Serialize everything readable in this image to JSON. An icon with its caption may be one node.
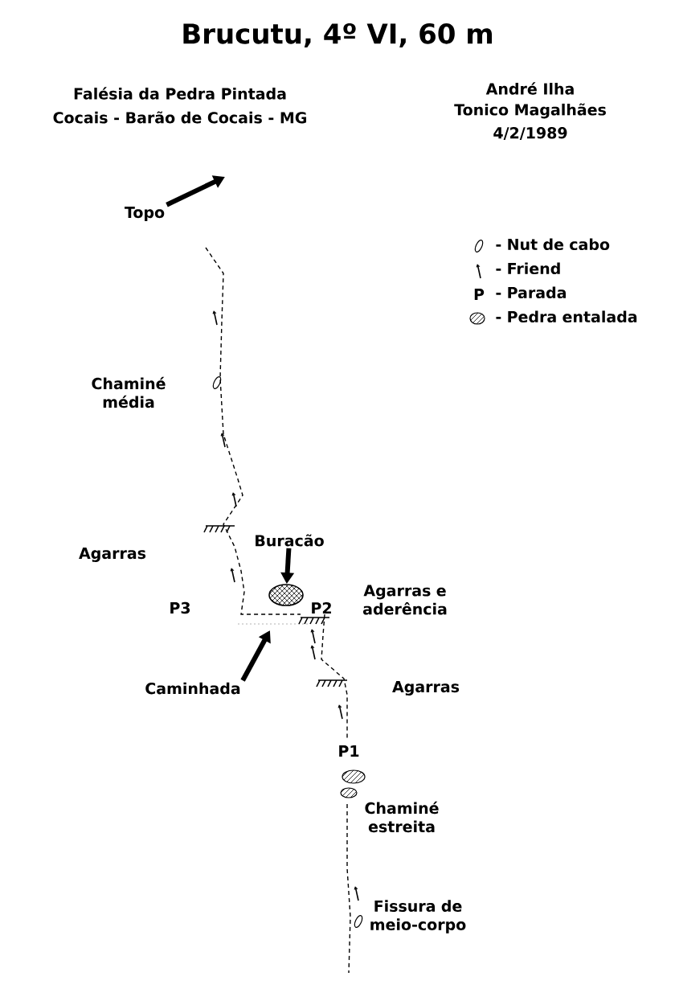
{
  "diagram": {
    "title": "Brucutu, 4º VI, 60 m",
    "nodes": [
      {
        "text": [
          "Topo"
        ]
      },
      {
        "text": [
          "Buracão"
        ]
      },
      {
        "text": [],
        "shape": "ellipse"
      },
      {
        "text": [
          "Caminhada"
        ]
      }
    ],
    "edges": [
      {
        "from": 0,
        "to": null,
        "arrow": "to"
      },
      {
        "from": 1,
        "to": 2,
        "arrow": "to"
      },
      {
        "from": 3,
        "to": null,
        "arrow": "to"
      }
    ],
    "labels": [
      "Falésia da Pedra Pintada",
      "Cocais - Barão de Cocais - MG",
      "André Ilha",
      "Tonico Magalhães",
      "4/2/1989",
      "P",
      "Chaminé média",
      "Agarras",
      "P3",
      "P2",
      "Agarras e aderência",
      "Agarras",
      "P1",
      "Chaminé estreita",
      "Fissura de meio-corpo"
    ],
    "legend": [
      {
        "text": "- Nut de cabo"
      },
      {
        "text": "- Friend"
      },
      {
        "text": "- Parada"
      },
      {
        "text": "- Pedra entalada"
      }
    ]
  }
}
